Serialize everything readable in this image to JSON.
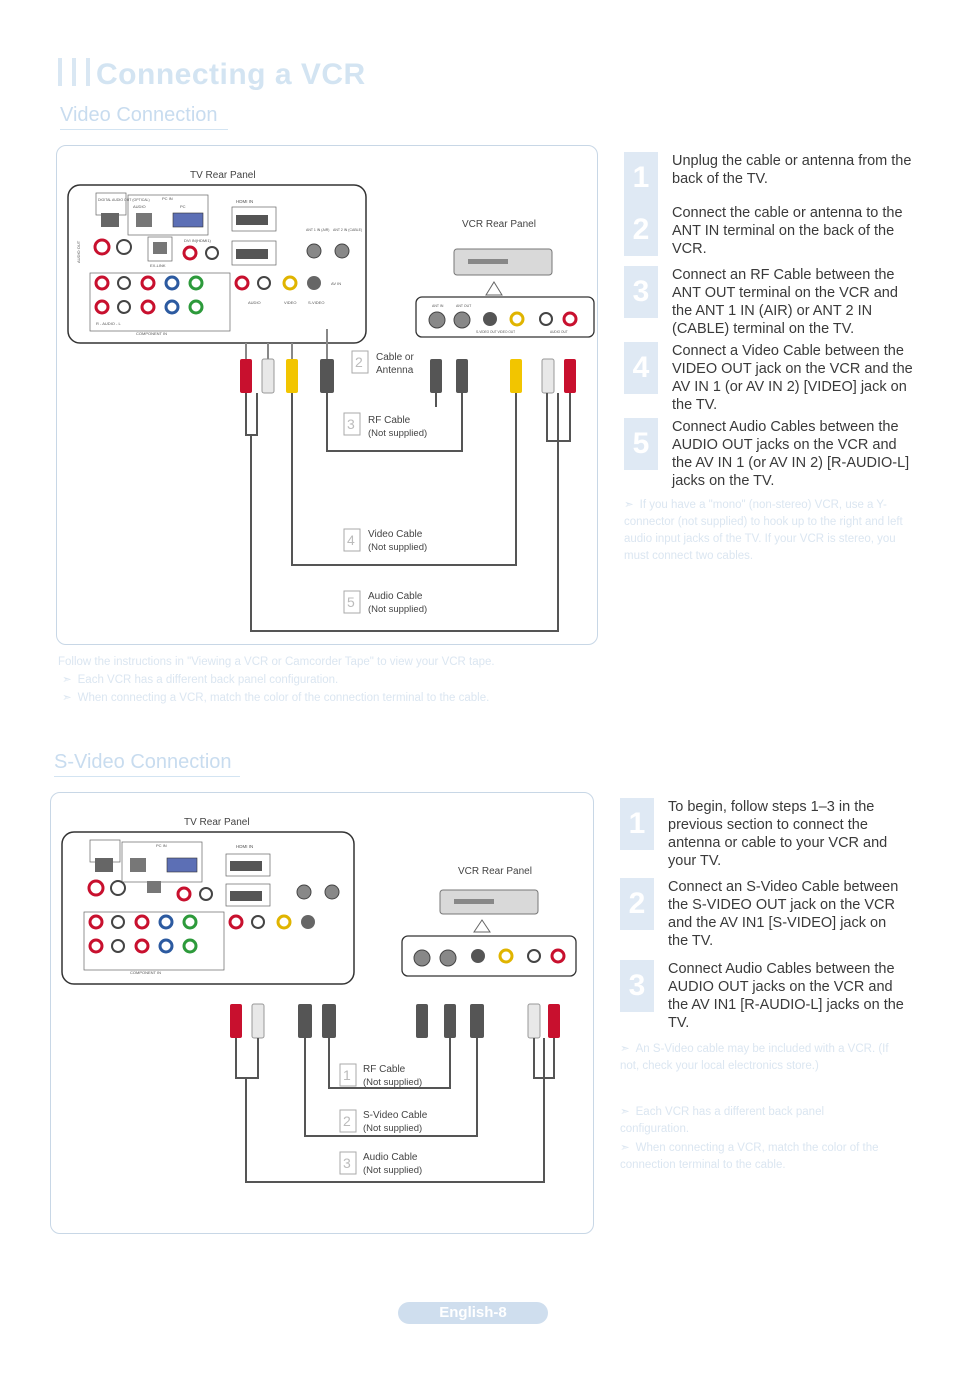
{
  "page_title": "Connecting a VCR",
  "video": {
    "section_title": "Video Connection",
    "tv_panel_label": "TV Rear Panel",
    "vcr_panel_label": "VCR Rear Panel",
    "cables": [
      {
        "num": "2",
        "name": "Cable or",
        "sub": "Antenna"
      },
      {
        "num": "3",
        "name": "RF Cable",
        "sub": "(Not supplied)"
      },
      {
        "num": "4",
        "name": "Video Cable",
        "sub": "(Not supplied)"
      },
      {
        "num": "5",
        "name": "Audio Cable",
        "sub": "(Not supplied)"
      }
    ],
    "steps": [
      {
        "num": "1",
        "text": "Unplug the cable or antenna from the back of the TV."
      },
      {
        "num": "2",
        "text": "Connect the cable or antenna to the ANT IN terminal on the back of the VCR."
      },
      {
        "num": "3",
        "text": "Connect an RF Cable between the ANT OUT terminal on the VCR and the ANT 1 IN (AIR) or ANT 2 IN (CABLE) terminal on the TV."
      },
      {
        "num": "4",
        "text": "Connect a Video Cable between the VIDEO OUT jack on the VCR and the AV IN 1 (or AV IN 2) [VIDEO] jack on the TV."
      },
      {
        "num": "5",
        "text": "Connect Audio Cables between the AUDIO OUT jacks on the VCR and the AV IN 1 (or AV IN 2) [R-AUDIO-L] jacks on the TV."
      }
    ],
    "side_note": "If you have a \"mono\" (non-stereo) VCR, use a Y-connector (not supplied) to hook up to the right and left audio input jacks of the TV. If your VCR is stereo, you must connect two cables.",
    "bottom_notes": [
      "Follow the instructions in \"Viewing a VCR or Camcorder Tape\" to view your VCR tape.",
      "Each VCR has a different back panel configuration.",
      "When connecting a VCR, match the color of the connection terminal to the cable."
    ]
  },
  "svideo": {
    "section_title": "S-Video Connection",
    "tv_panel_label": "TV Rear Panel",
    "vcr_panel_label": "VCR Rear Panel",
    "cables": [
      {
        "num": "1",
        "name": "RF Cable",
        "sub": "(Not supplied)"
      },
      {
        "num": "2",
        "name": "S-Video Cable",
        "sub": "(Not supplied)"
      },
      {
        "num": "3",
        "name": "Audio Cable",
        "sub": "(Not supplied)"
      }
    ],
    "steps": [
      {
        "num": "1",
        "text": "To begin, follow steps 1–3 in the previous section to connect the antenna or cable to your VCR and your TV."
      },
      {
        "num": "2",
        "text": "Connect an S-Video Cable between the S-VIDEO OUT jack on the VCR and the AV IN1 [S-VIDEO] jack on the TV."
      },
      {
        "num": "3",
        "text": "Connect Audio Cables between the AUDIO OUT jacks on the VCR and the AV IN1 [R-AUDIO-L] jacks on the TV."
      }
    ],
    "side_notes": [
      "An S-Video cable may be included with a VCR. (If not, check your local electronics store.)",
      "Each VCR has a different back panel configuration.",
      "When connecting a VCR, match the color of the connection terminal to the cable."
    ]
  },
  "tv_panel_labels": {
    "digital_audio": "DIGITAL AUDIO OUT (OPTICAL)",
    "pc_in": "PC IN",
    "audio": "AUDIO",
    "pc": "PC",
    "hdmi_in": "HDMI IN",
    "dvi": "DVI IN(HDMI1)",
    "audio_out": "AUDIO OUT",
    "ex_link": "EX-LINK",
    "audio_lr": "R - AUDIO - L",
    "component_in": "COMPONENT IN",
    "ant1": "ANT 1 IN (AIR)",
    "ant2": "ANT 2 IN (CABLE)",
    "av_in": "AV IN",
    "video": "VIDEO",
    "s_video": "S-VIDEO"
  },
  "vcr_panel_labels": {
    "ant_in": "ANT IN",
    "ant_out": "ANT OUT",
    "svideo_out": "S-VIDEO OUT  VIDEO OUT",
    "audio_out": "AUDIO OUT"
  },
  "footer": "English-8",
  "colors": {
    "accent_light": "#d3e4f2",
    "cable_red": "#c8102e",
    "cable_yellow": "#f2c500",
    "cable_white": "#e8e8e8",
    "wire_gray": "#555555"
  }
}
